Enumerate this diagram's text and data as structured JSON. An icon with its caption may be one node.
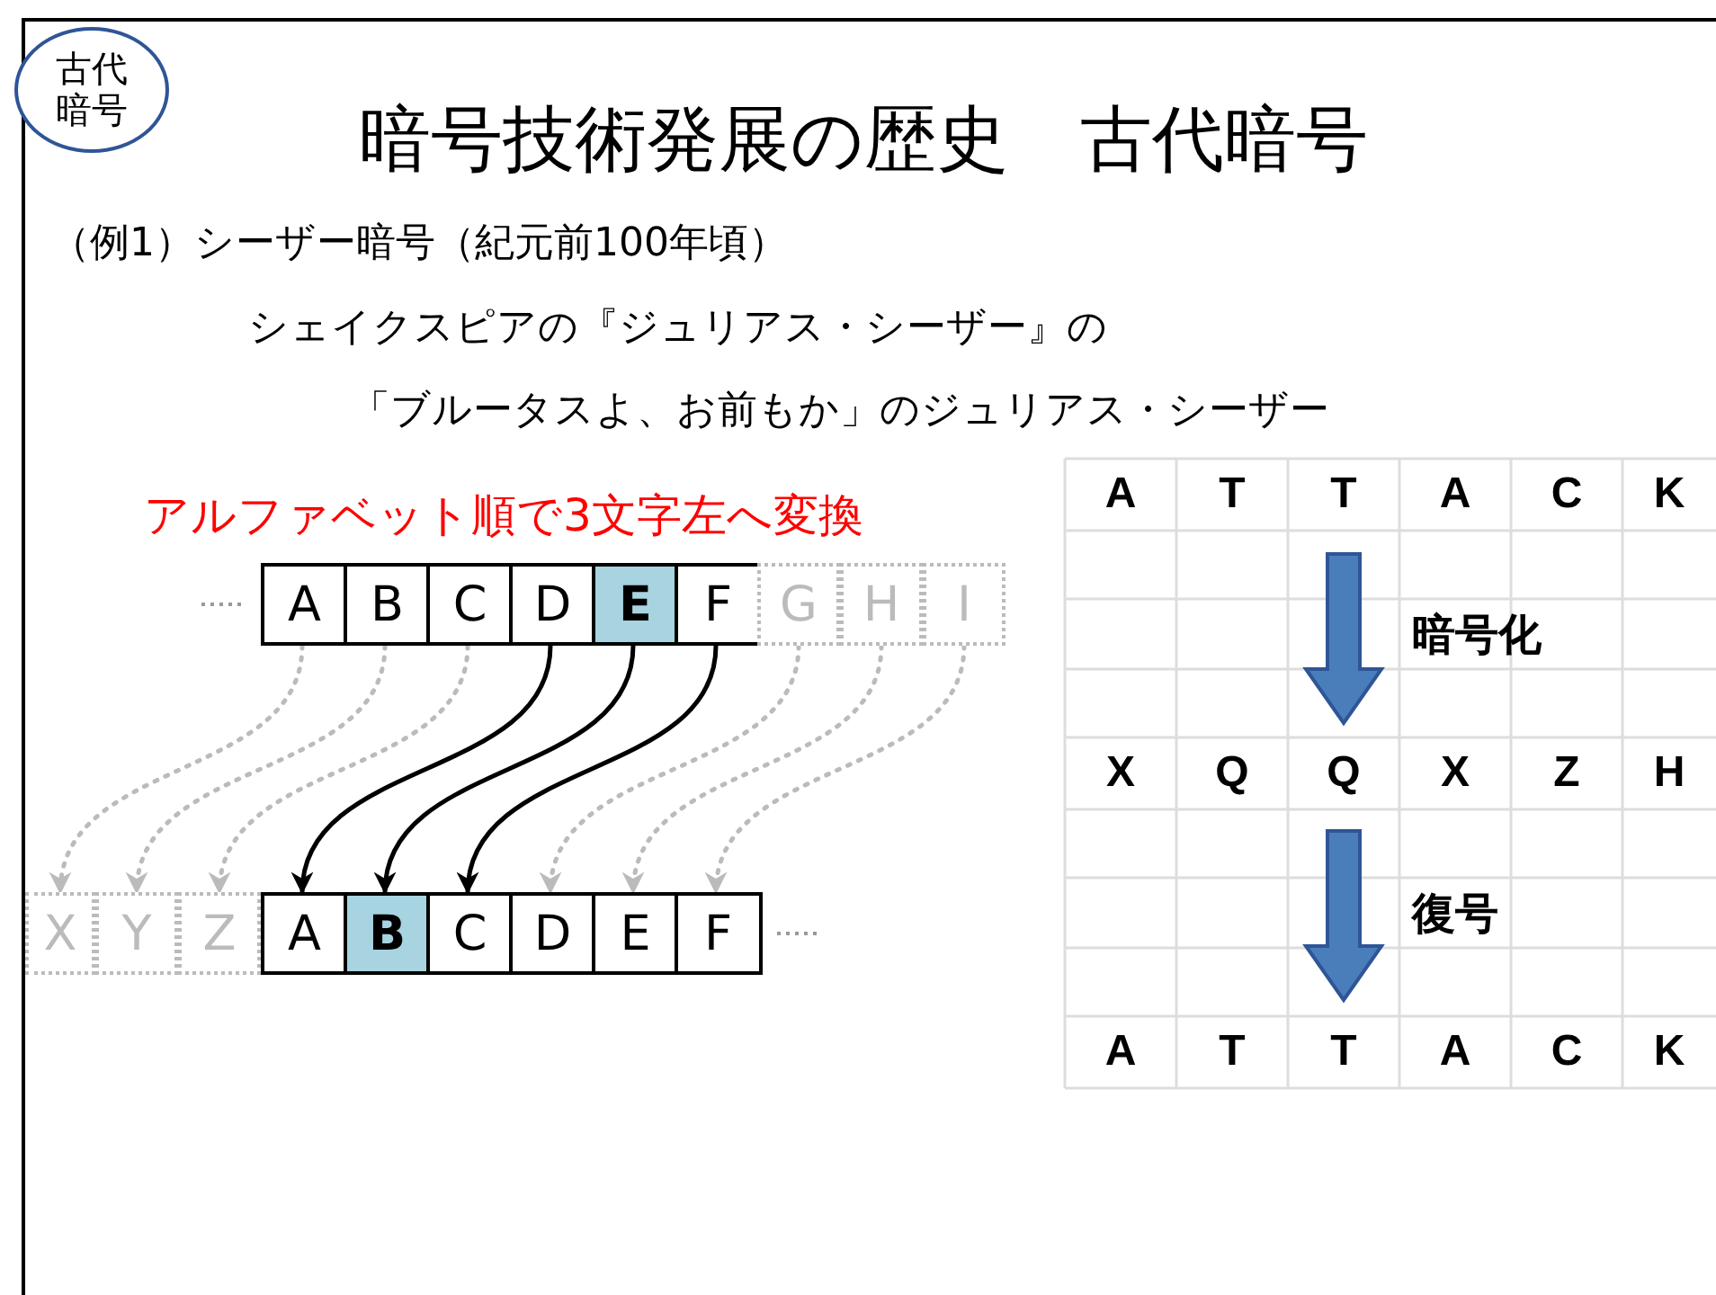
{
  "diagram": {
    "title": "暗号技術発展の歴史　古代暗号",
    "nodes": [
      {
        "text": [
          "古代暗号"
        ]
      },
      {
        "text": [
          "A"
        ]
      },
      {
        "text": [
          "B"
        ]
      },
      {
        "text": [
          "C"
        ]
      },
      {
        "text": [
          "D"
        ]
      },
      {
        "text": [
          "E"
        ]
      },
      {
        "text": [
          "F"
        ]
      },
      {
        "text": [
          "G"
        ]
      },
      {
        "text": [
          "H"
        ]
      },
      {
        "text": [
          "I"
        ]
      },
      {
        "text": [
          "X"
        ]
      },
      {
        "text": [
          "Y"
        ]
      },
      {
        "text": [
          "Z"
        ]
      },
      {
        "text": [
          "A"
        ]
      },
      {
        "text": [
          "B"
        ]
      },
      {
        "text": [
          "C"
        ]
      },
      {
        "text": [
          "D"
        ]
      },
      {
        "text": [
          "E"
        ]
      },
      {
        "text": [
          "F"
        ]
      }
    ],
    "edges": [
      {
        "from": 1,
        "to": 10,
        "arrow": "to",
        "style": "dashed"
      },
      {
        "from": 2,
        "to": 11,
        "arrow": "to",
        "style": "dashed"
      },
      {
        "from": 3,
        "to": 12,
        "arrow": "to",
        "style": "dashed"
      },
      {
        "from": 4,
        "to": 13,
        "arrow": "to",
        "color": "#000000"
      },
      {
        "from": 5,
        "to": 14,
        "arrow": "to",
        "color": "#000000"
      },
      {
        "from": 6,
        "to": 15,
        "arrow": "to",
        "color": "#000000"
      },
      {
        "from": 7,
        "to": 16,
        "arrow": "to",
        "style": "dashed"
      },
      {
        "from": 8,
        "to": 17,
        "arrow": "to",
        "style": "dashed"
      },
      {
        "from": 9,
        "to": 18,
        "arrow": "to",
        "style": "dashed"
      }
    ],
    "labels": [
      "（例1）シーザー暗号（紀元前100年頃）",
      "シェイクスピアの『ジュリアス・シーザー』の",
      "「ブルータスよ、お前もか」のジュリアス・シーザー",
      "アルファベット順で3文字左へ変換",
      "A",
      "T",
      "T",
      "A",
      "C",
      "K",
      "暗号化",
      "X",
      "Q",
      "Q",
      "X",
      "Z",
      "H",
      "復号",
      "A",
      "T",
      "T",
      "A",
      "C",
      "K"
    ]
  }
}
